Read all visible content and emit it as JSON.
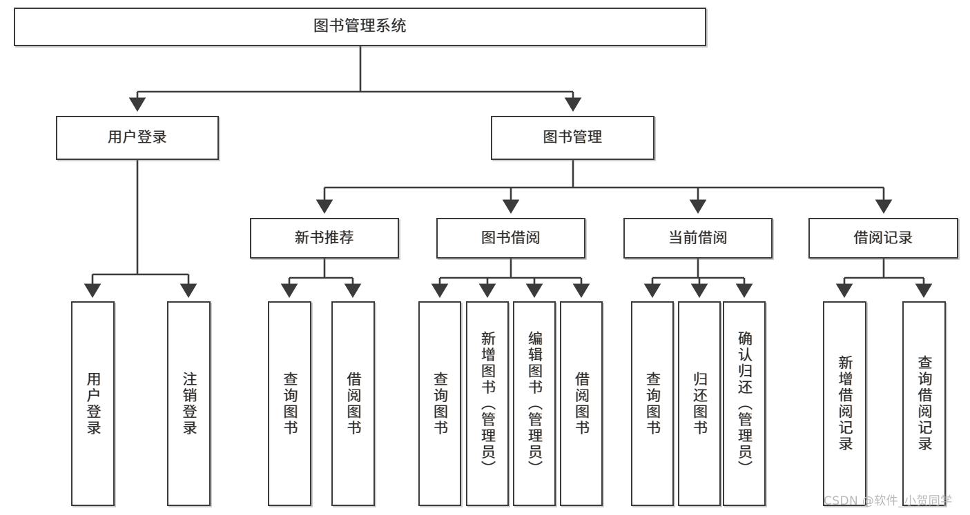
{
  "diagram": {
    "type": "tree-hierarchy",
    "title": "图书管理系统",
    "root": {
      "id": "root",
      "label": "图书管理系统"
    },
    "level2": [
      {
        "id": "user-login",
        "label": "用户登录"
      },
      {
        "id": "book-management",
        "label": "图书管理"
      }
    ],
    "level3": [
      {
        "id": "new-book-recommend",
        "label": "新书推荐",
        "parent": "book-management"
      },
      {
        "id": "book-borrow",
        "label": "图书借阅",
        "parent": "book-management"
      },
      {
        "id": "current-borrow",
        "label": "当前借阅",
        "parent": "book-management"
      },
      {
        "id": "borrow-record",
        "label": "借阅记录",
        "parent": "book-management"
      }
    ],
    "leaves": {
      "user_login": [
        {
          "id": "leaf-user-login",
          "label": "用户登录"
        },
        {
          "id": "leaf-user-logout",
          "label": "注销登录"
        }
      ],
      "new_book_recommend": [
        {
          "id": "leaf-query-book-1",
          "label": "查询图书"
        },
        {
          "id": "leaf-borrow-book-1",
          "label": "借阅图书"
        }
      ],
      "book_borrow": [
        {
          "id": "leaf-query-book-2",
          "label": "查询图书"
        },
        {
          "id": "leaf-add-book",
          "label": "新增图书（管理员）"
        },
        {
          "id": "leaf-edit-book",
          "label": "编辑图书（管理员）"
        },
        {
          "id": "leaf-borrow-book-2",
          "label": "借阅图书"
        }
      ],
      "current_borrow": [
        {
          "id": "leaf-query-book-3",
          "label": "查询图书"
        },
        {
          "id": "leaf-return-book",
          "label": "归还图书"
        },
        {
          "id": "leaf-confirm-return",
          "label": "确认归还（管理员）"
        }
      ],
      "borrow_record": [
        {
          "id": "leaf-add-record",
          "label": "新增借阅记录"
        },
        {
          "id": "leaf-query-record",
          "label": "查询借阅记录"
        }
      ]
    }
  },
  "watermark": {
    "text": "CSDN @软件_小贺同学"
  },
  "colors": {
    "stroke": "#3b3b3b",
    "fill": "#ffffff",
    "text": "#2b2b2b",
    "watermark": "#b9b9b9"
  }
}
